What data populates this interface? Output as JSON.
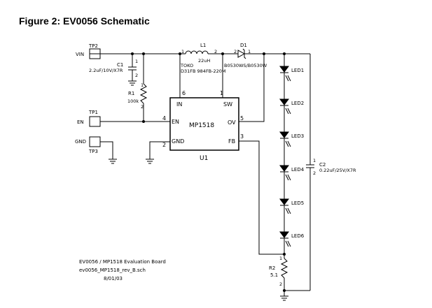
{
  "title": "Figure 2: EV0056 Schematic",
  "nets": {
    "vin": "VIN",
    "en": "EN",
    "gnd": "GND"
  },
  "testpoints": {
    "tp1": "TP1",
    "tp2": "TP2",
    "tp3": "TP3"
  },
  "c1": {
    "ref": "C1",
    "value": "2.2uF/10V/X7R",
    "pin1": "1",
    "pin2": "2"
  },
  "r1": {
    "ref": "R1",
    "value": "100k",
    "pin1": "1",
    "pin2": "2"
  },
  "l1": {
    "ref": "L1",
    "value": "22uH",
    "vendor": "TOKO",
    "part": "D31FB 984FB-220M",
    "pin1": "1",
    "pin2": "2"
  },
  "d1": {
    "ref": "D1",
    "part": "B0530WS/B0530W",
    "pin2": "2",
    "pin1": "1"
  },
  "u1": {
    "ref": "U1",
    "name": "MP1518",
    "pins": {
      "in": {
        "name": "IN",
        "num": "6"
      },
      "sw": {
        "name": "SW",
        "num": "1"
      },
      "en": {
        "name": "EN",
        "num": "4"
      },
      "ov": {
        "name": "OV",
        "num": "5"
      },
      "gnd": {
        "name": "GND",
        "num": "2"
      },
      "fb": {
        "name": "FB",
        "num": "3"
      }
    }
  },
  "leds": [
    "LED1",
    "LED2",
    "LED3",
    "LED4",
    "LED5",
    "LED6"
  ],
  "c2": {
    "ref": "C2",
    "value": "0.22uF/25V/X7R",
    "pin1": "1",
    "pin2": "2"
  },
  "r2": {
    "ref": "R2",
    "value": "5.1",
    "pin1": "1",
    "pin2": "2"
  },
  "board": {
    "line1": "EV0056 / MP1518 Evaluation Board",
    "line2": "ev0056_MP1518_rev_B.sch",
    "line3": "8/01/03"
  }
}
